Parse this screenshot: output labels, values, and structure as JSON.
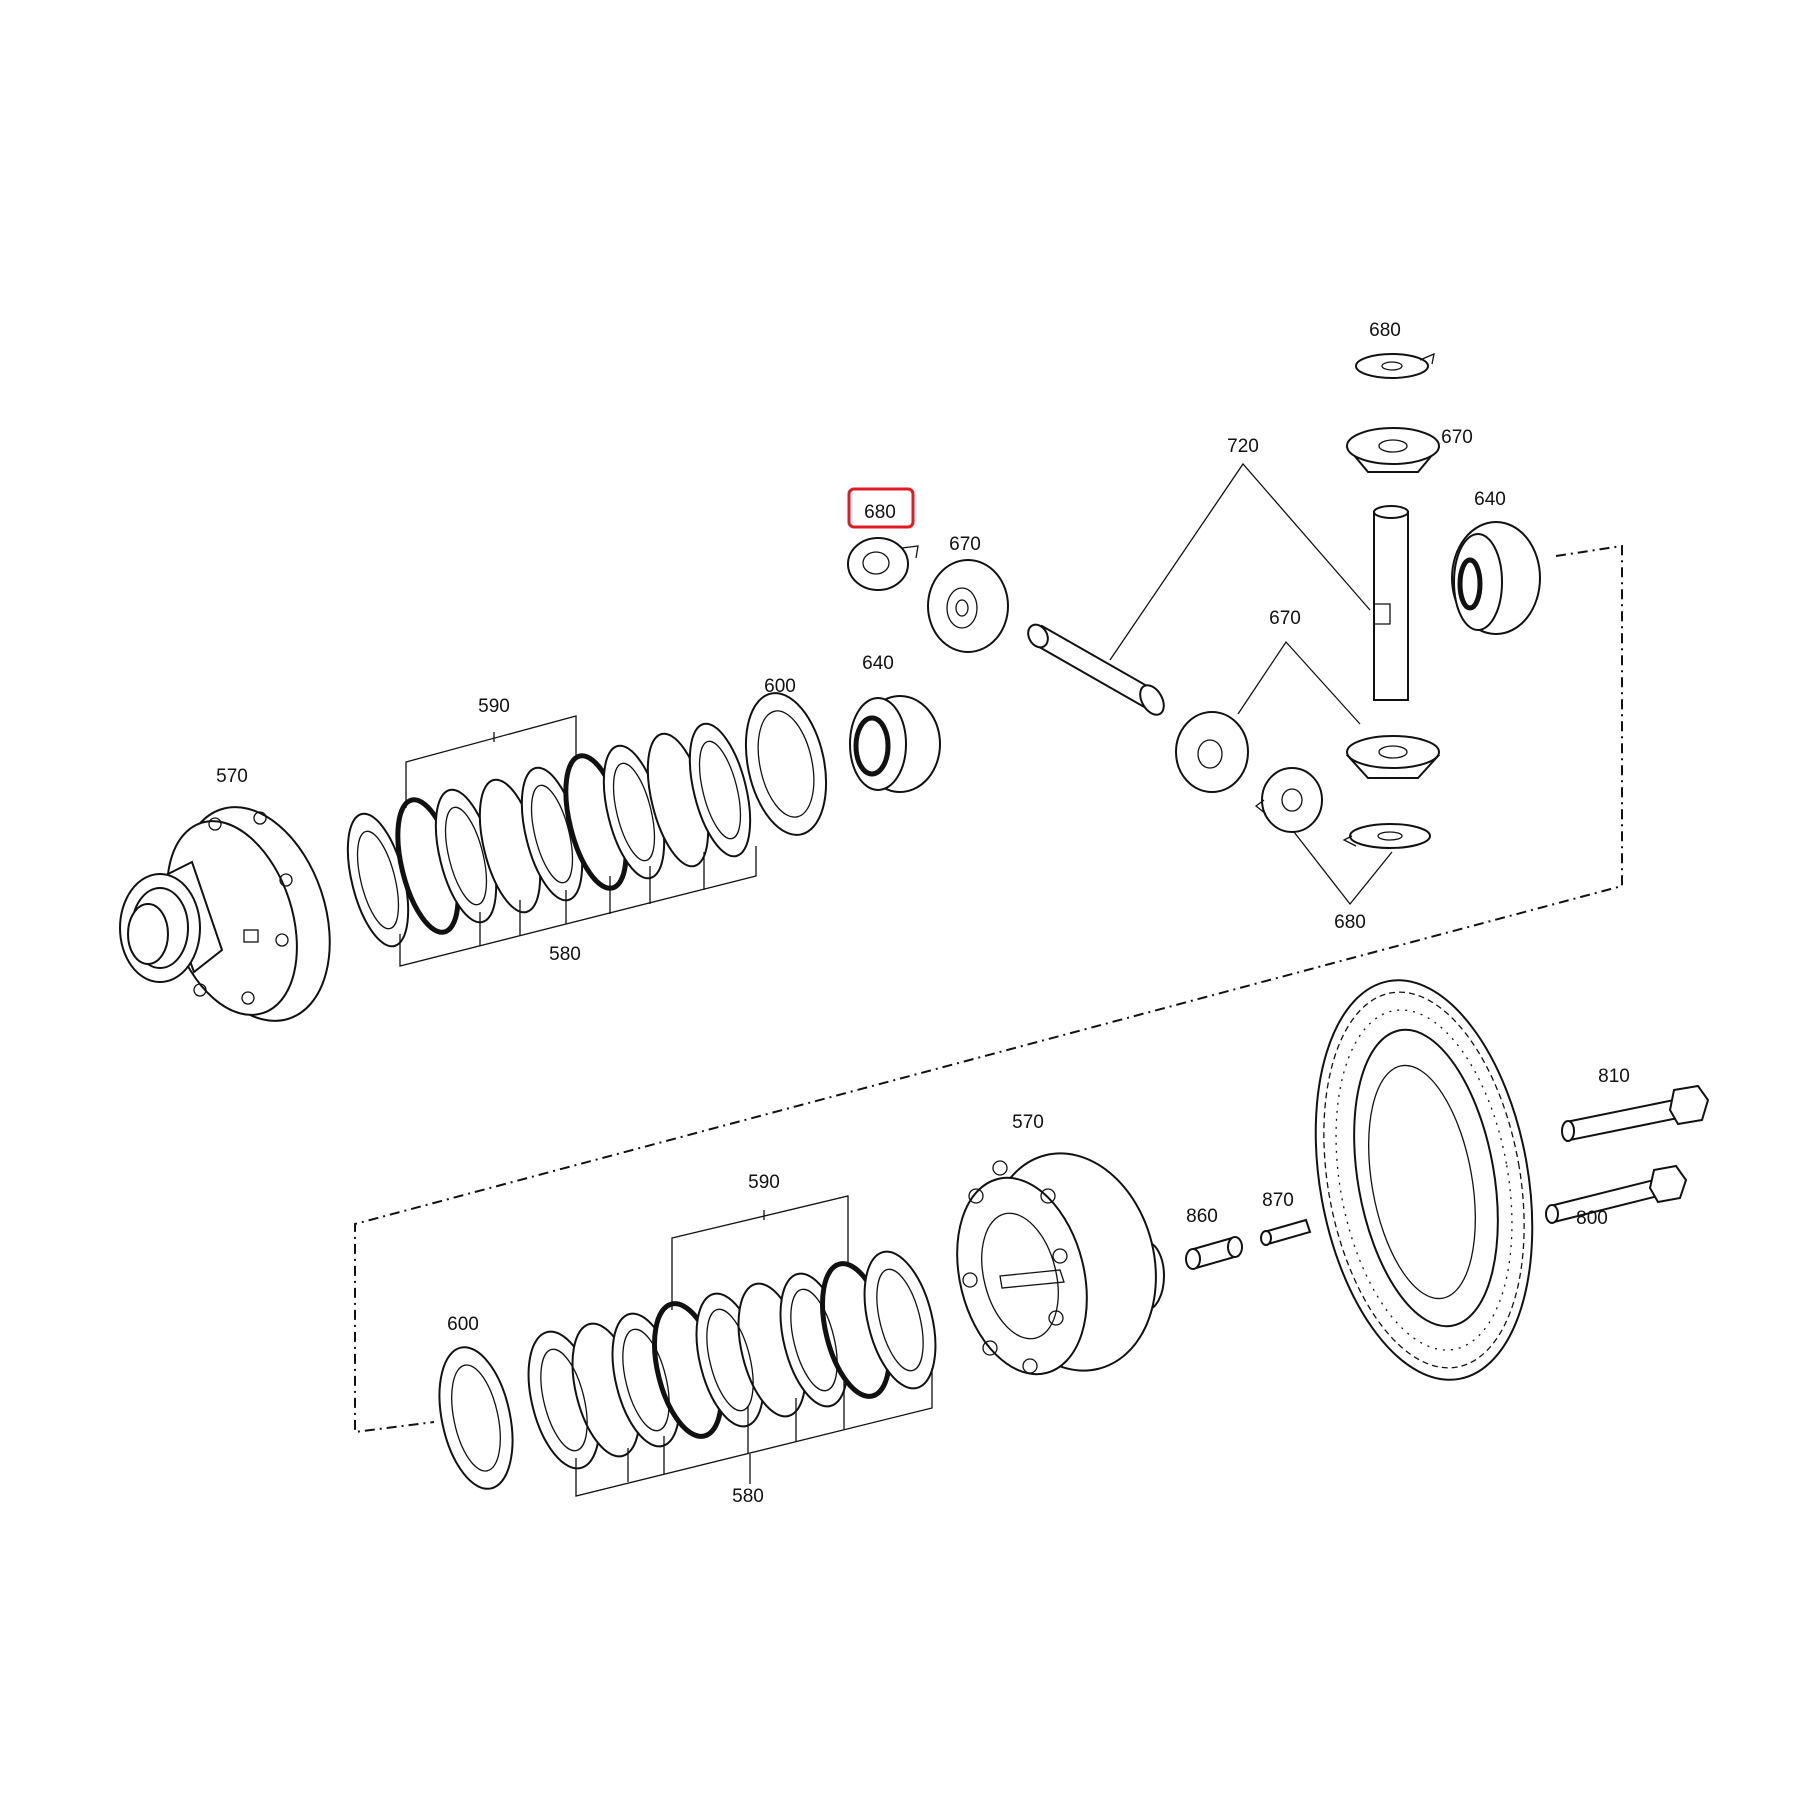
{
  "diagram": {
    "highlight_color": "#e01b24",
    "callouts": {
      "c570a": "570",
      "c590a": "590",
      "c580a": "580",
      "c600a": "600",
      "c640a": "640",
      "c680hl": "680",
      "c670a": "670",
      "c720": "720",
      "c680top": "680",
      "c670top": "670",
      "c640right": "640",
      "c670b": "670",
      "c680bottom": "680",
      "c590b": "590",
      "c580b": "580",
      "c600b": "600",
      "c570b": "570",
      "c860": "860",
      "c870": "870",
      "c810": "810",
      "c800": "800"
    }
  }
}
